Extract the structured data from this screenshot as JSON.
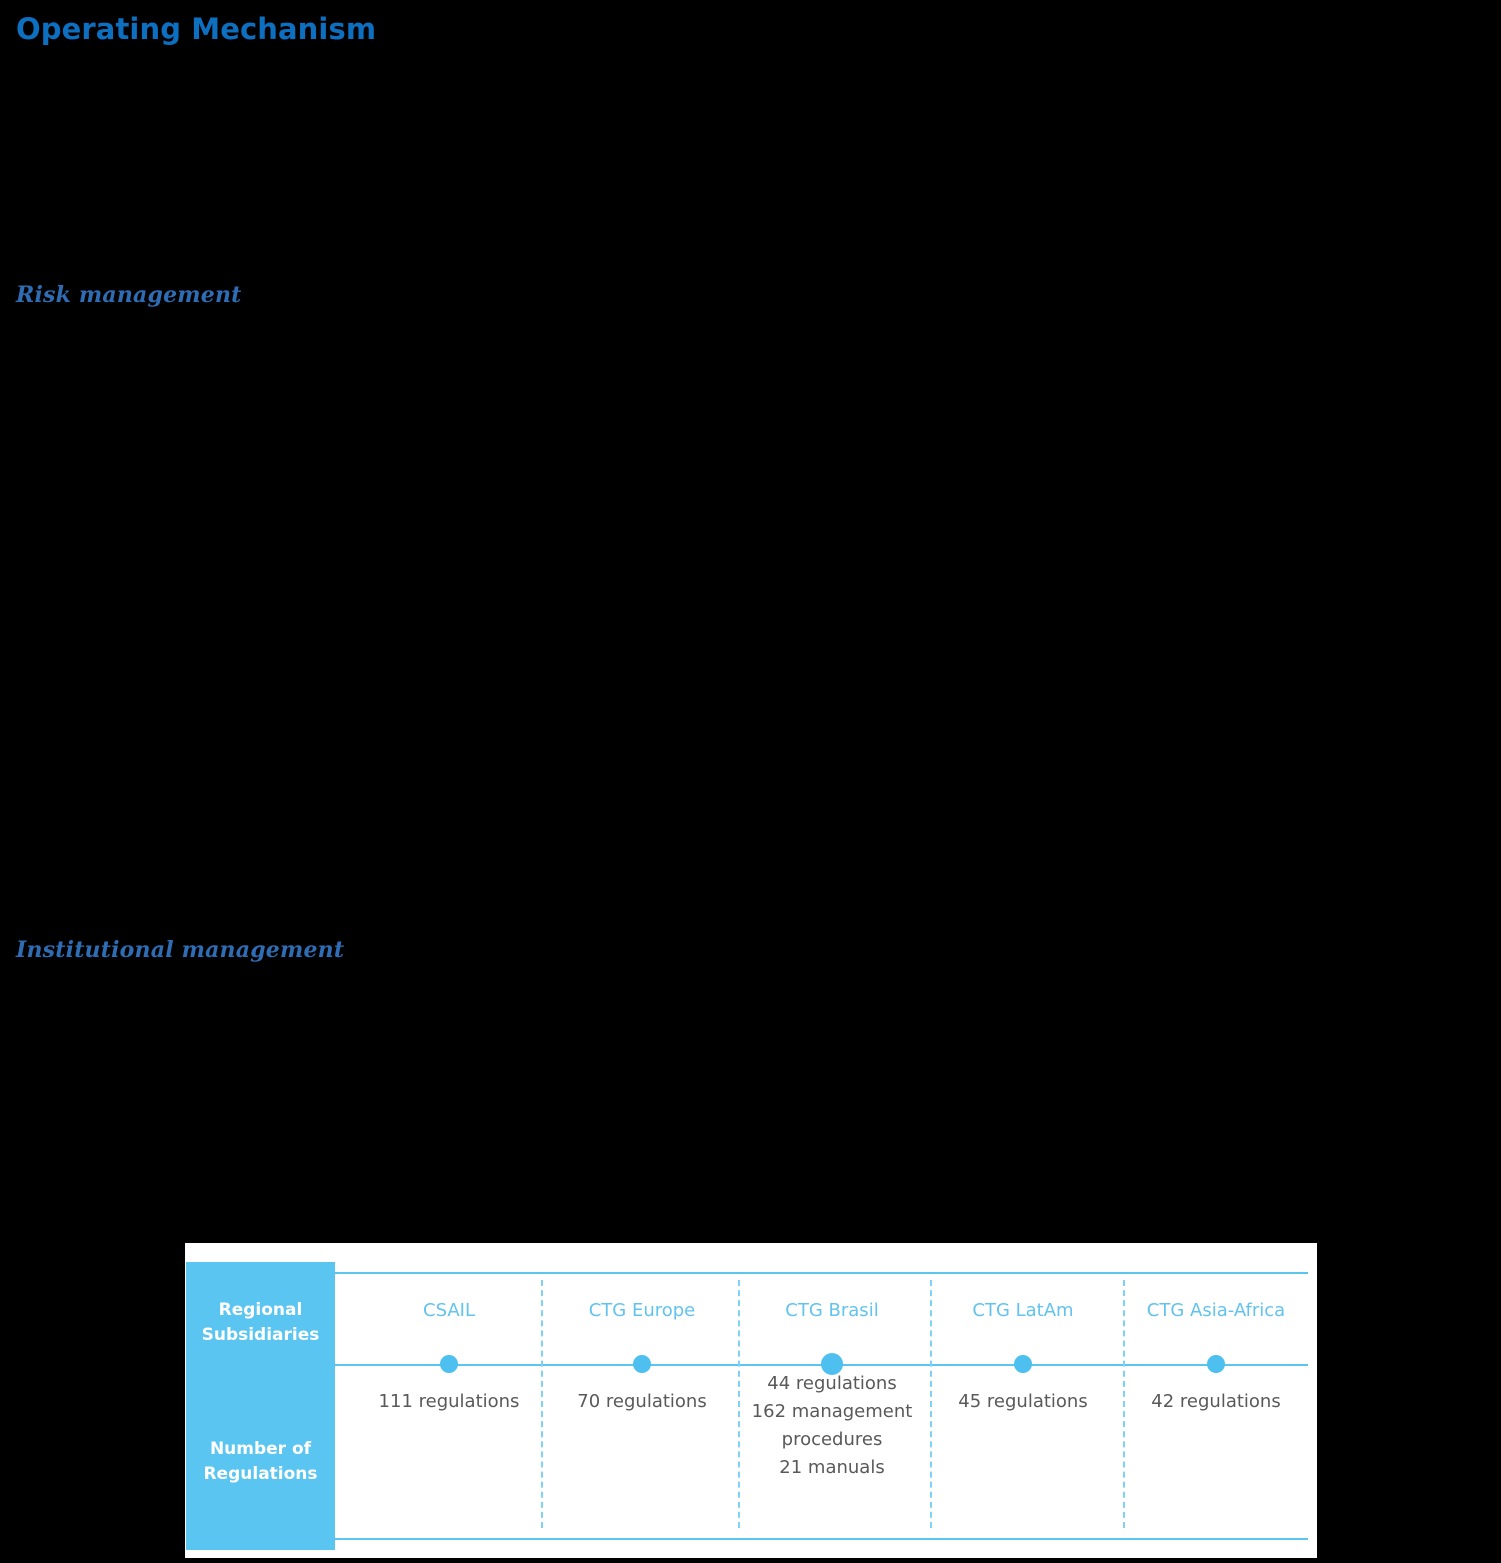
{
  "page": {
    "title": "Operating Mechanism",
    "background_color": "#000000",
    "title_color": "#0d6fc0"
  },
  "sections": [
    {
      "id": "risk",
      "heading": "Risk management",
      "color": "#2e6db4"
    },
    {
      "id": "institutional",
      "heading": "Institutional management",
      "color": "#2e6db4"
    }
  ],
  "table": {
    "accent_color": "#5bc5f2",
    "header_text_color": "#62c3ee",
    "value_text_color": "#595959",
    "row_labels": [
      {
        "line1": "Regional",
        "line2": "Subsidiaries"
      },
      {
        "line1": "Number of",
        "line2": "Regulations"
      }
    ],
    "columns": [
      {
        "header": "CSAIL",
        "value_lines": [
          "111 regulations"
        ],
        "dot": "timeline-dot",
        "dot_size": "normal"
      },
      {
        "header": "CTG Europe",
        "value_lines": [
          "70 regulations"
        ],
        "dot": "timeline-dot",
        "dot_size": "normal"
      },
      {
        "header": "CTG Brasil",
        "value_lines": [
          "44 regulations",
          "162 management",
          "procedures",
          "21 manuals"
        ],
        "dot": "timeline-dot",
        "dot_size": "large"
      },
      {
        "header": "CTG LatAm",
        "value_lines": [
          "45 regulations"
        ],
        "dot": "timeline-dot",
        "dot_size": "normal"
      },
      {
        "header": "CTG Asia-Africa",
        "value_lines": [
          "42 regulations"
        ],
        "dot": "timeline-dot",
        "dot_size": "normal"
      }
    ]
  }
}
